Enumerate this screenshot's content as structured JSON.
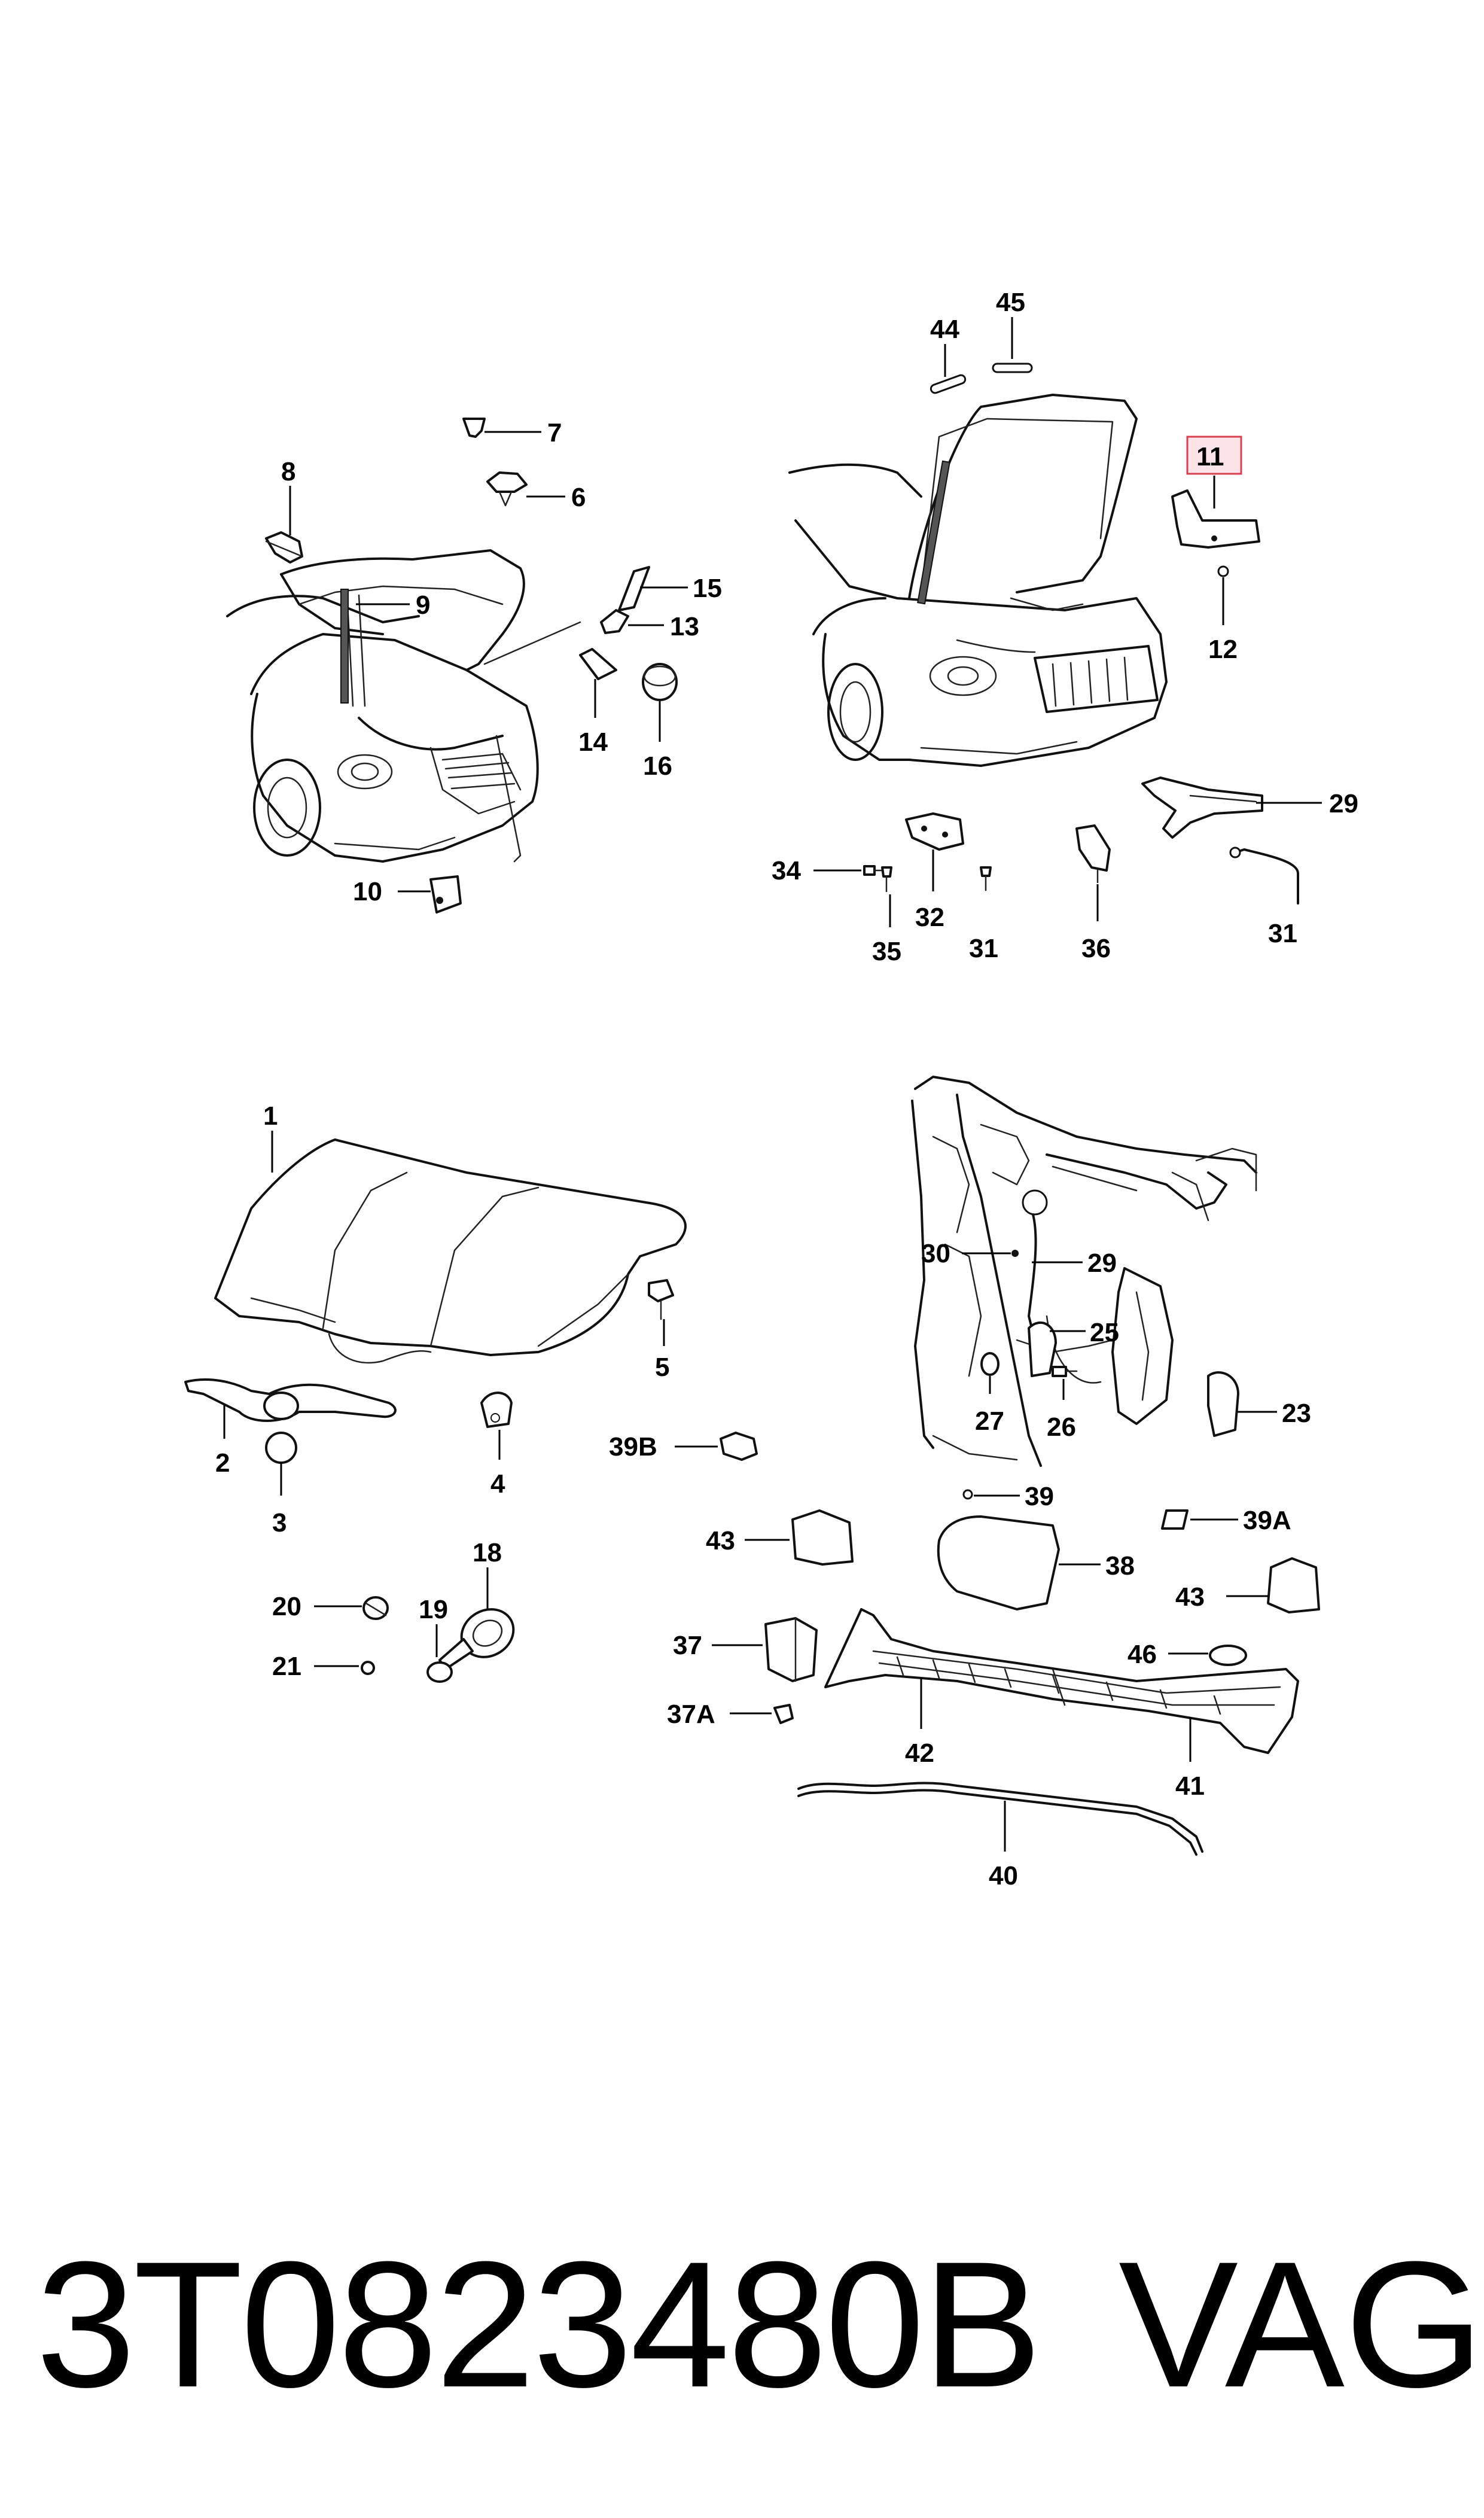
{
  "callouts": {
    "c1": "1",
    "c2": "2",
    "c3": "3",
    "c4": "4",
    "c5": "5",
    "c6": "6",
    "c7": "7",
    "c8": "8",
    "c9": "9",
    "c10": "10",
    "c11": "11",
    "c12": "12",
    "c13": "13",
    "c14": "14",
    "c15": "15",
    "c16": "16",
    "c18": "18",
    "c19": "19",
    "c20": "20",
    "c21": "21",
    "c23": "23",
    "c25": "25",
    "c26": "26",
    "c27": "27",
    "c29a": "29",
    "c29b": "29",
    "c30": "30",
    "c31a": "31",
    "c31b": "31",
    "c32": "32",
    "c34": "34",
    "c35": "35",
    "c36": "36",
    "c37": "37",
    "c37a": "37A",
    "c38": "38",
    "c39": "39",
    "c39a": "39A",
    "c39b": "39B",
    "c40": "40",
    "c41": "41",
    "c42": "42",
    "c43a": "43",
    "c43b": "43",
    "c44": "44",
    "c45": "45",
    "c46": "46"
  },
  "highlight": {
    "callout": "11",
    "color": "#d9404f"
  },
  "footer": {
    "part_number": "3T0823480B",
    "brand": "VAG"
  }
}
